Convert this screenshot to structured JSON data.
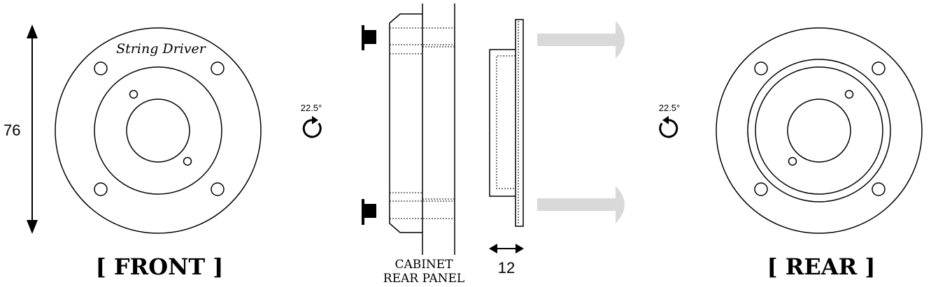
{
  "front": {
    "label": "[ FRONT ]",
    "brand": "String Driver"
  },
  "rear": {
    "label": "[ REAR ]"
  },
  "dimensions": {
    "height": "76",
    "depth": "12"
  },
  "rotation": {
    "front_angle": "22.5°",
    "rear_angle": "22.5°"
  },
  "cabinet": {
    "line1": "CABINET",
    "line2": "REAR PANEL"
  },
  "colors": {
    "arrow_gray": "#d9d9d9",
    "stroke": "#000000"
  }
}
